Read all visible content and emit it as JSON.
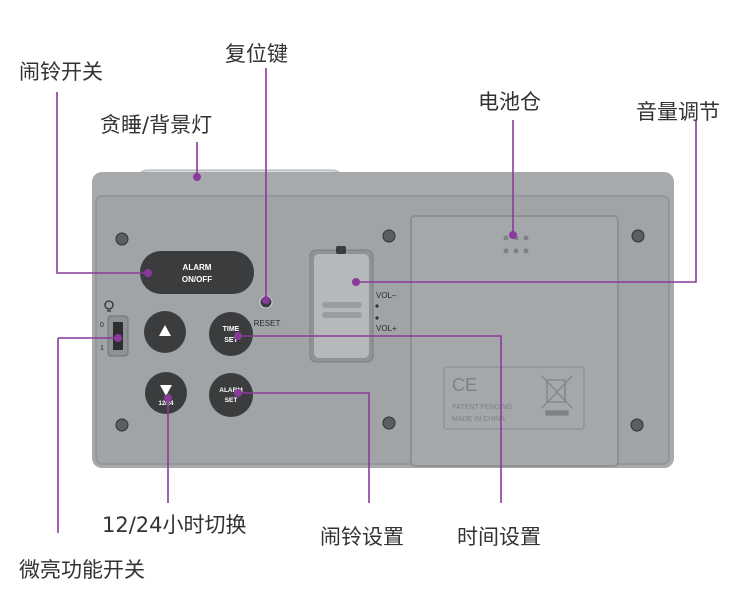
{
  "callouts": {
    "alarm_switch": "闹铃开关",
    "reset_key": "复位键",
    "snooze_backlight": "贪睡/背景灯",
    "battery_compartment": "电池仓",
    "volume_adjust": "音量调节",
    "hour_mode_switch": "12/24小时切换",
    "alarm_setting": "闹铃设置",
    "time_setting": "时间设置",
    "dim_light_switch": "微亮功能开关"
  },
  "device": {
    "alarm_button_line1": "ALARM",
    "alarm_button_line2": "ON/OFF",
    "reset_label": "RESET",
    "time_set_line1": "TIME",
    "time_set_line2": "SET",
    "hour_button_label": "12/24",
    "alarm_set_line1": "ALARM",
    "alarm_set_line2": "SET",
    "vol_minus": "VOL–",
    "vol_plus": "VOL+",
    "switch_label_top": "0",
    "switch_label_bottom": "1",
    "ce_mark": "CE",
    "patent_text": "PATENT PENDING",
    "made_in_text": "MADE IN CHINA"
  },
  "colors": {
    "callout_line": "#8a3a9a",
    "body": "#a7abae",
    "button": "#3b3c3d"
  }
}
